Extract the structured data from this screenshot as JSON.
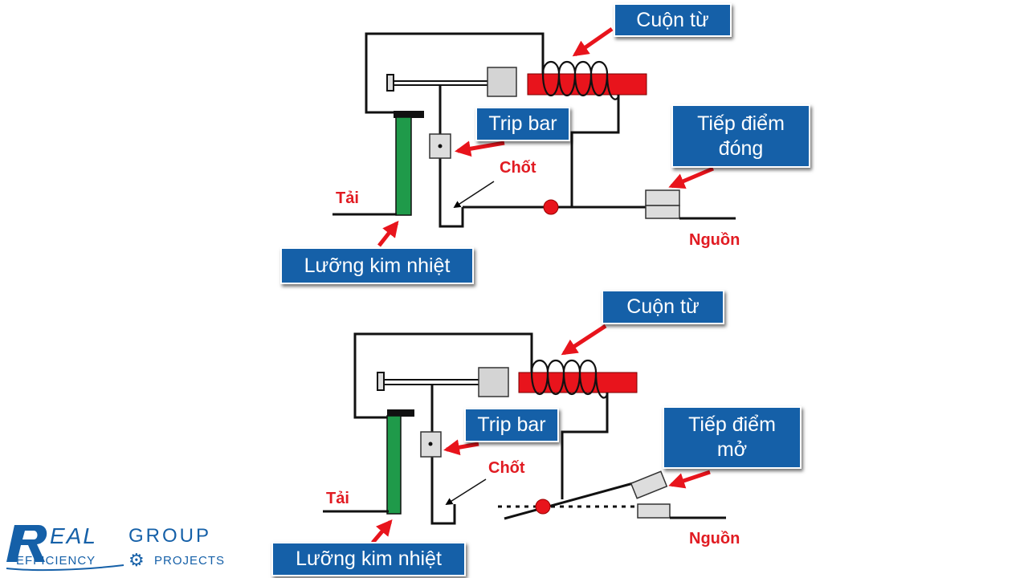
{
  "colors": {
    "callout_bg": "#1560a8",
    "red": "#e11b22",
    "arrow": "#e8141c",
    "bimetal": "#1f9a4a",
    "coil": "#e8141c"
  },
  "top": {
    "coil_label": "Cuộn từ",
    "trip_bar_label": "Trip bar",
    "contact_label_line1": "Tiếp điểm",
    "contact_label_line2": "đóng",
    "latch_label": "Chốt",
    "load_label": "Tải",
    "source_label": "Nguồn",
    "bimetal_label": "Lưỡng kim nhiệt"
  },
  "bottom": {
    "coil_label": "Cuộn từ",
    "trip_bar_label": "Trip bar",
    "contact_label_line1": "Tiếp điểm",
    "contact_label_line2": "mở",
    "latch_label": "Chốt",
    "load_label": "Tải",
    "source_label": "Nguồn",
    "bimetal_label": "Lưỡng kim nhiệt"
  },
  "logo": {
    "brand_letters": "R",
    "brand_rest": "EAL",
    "group": "GROUP",
    "efficiency": "EFFICIENCY",
    "projects": "PROJECTS"
  }
}
